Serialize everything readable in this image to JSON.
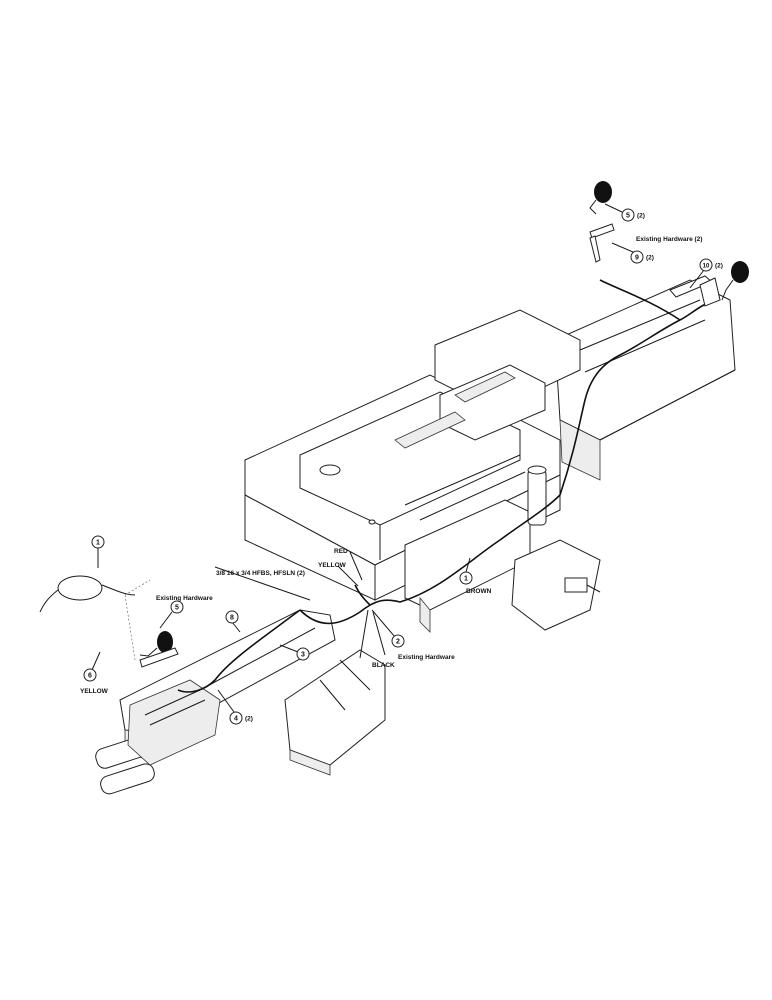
{
  "labels": {
    "existing_hw_top": "Existing Hardware (2)",
    "existing_hw_left": "Existing Hardware",
    "existing_hw_center": "Existing Hardware",
    "red": "RED",
    "yellow_center": "YELLOW",
    "bolt_spec": "3/8 16 x 3/4 HFBS, HFSLN (2)",
    "brown": "BROWN",
    "black": "BLACK",
    "yellow_left": "YELLOW"
  },
  "callouts": {
    "c1_left": "1",
    "c5_left": "5",
    "c6_left": "6",
    "c8_center": "8",
    "c3_center": "3",
    "c4_left": "4",
    "c4_left_qty": "(2)",
    "c2_center": "2",
    "c1_right": "1",
    "c5_top": "5",
    "c5_top_qty": "(2)",
    "c9_top": "9",
    "c9_top_qty": "(2)",
    "c10_top": "10",
    "c10_top_qty": "(2)"
  }
}
